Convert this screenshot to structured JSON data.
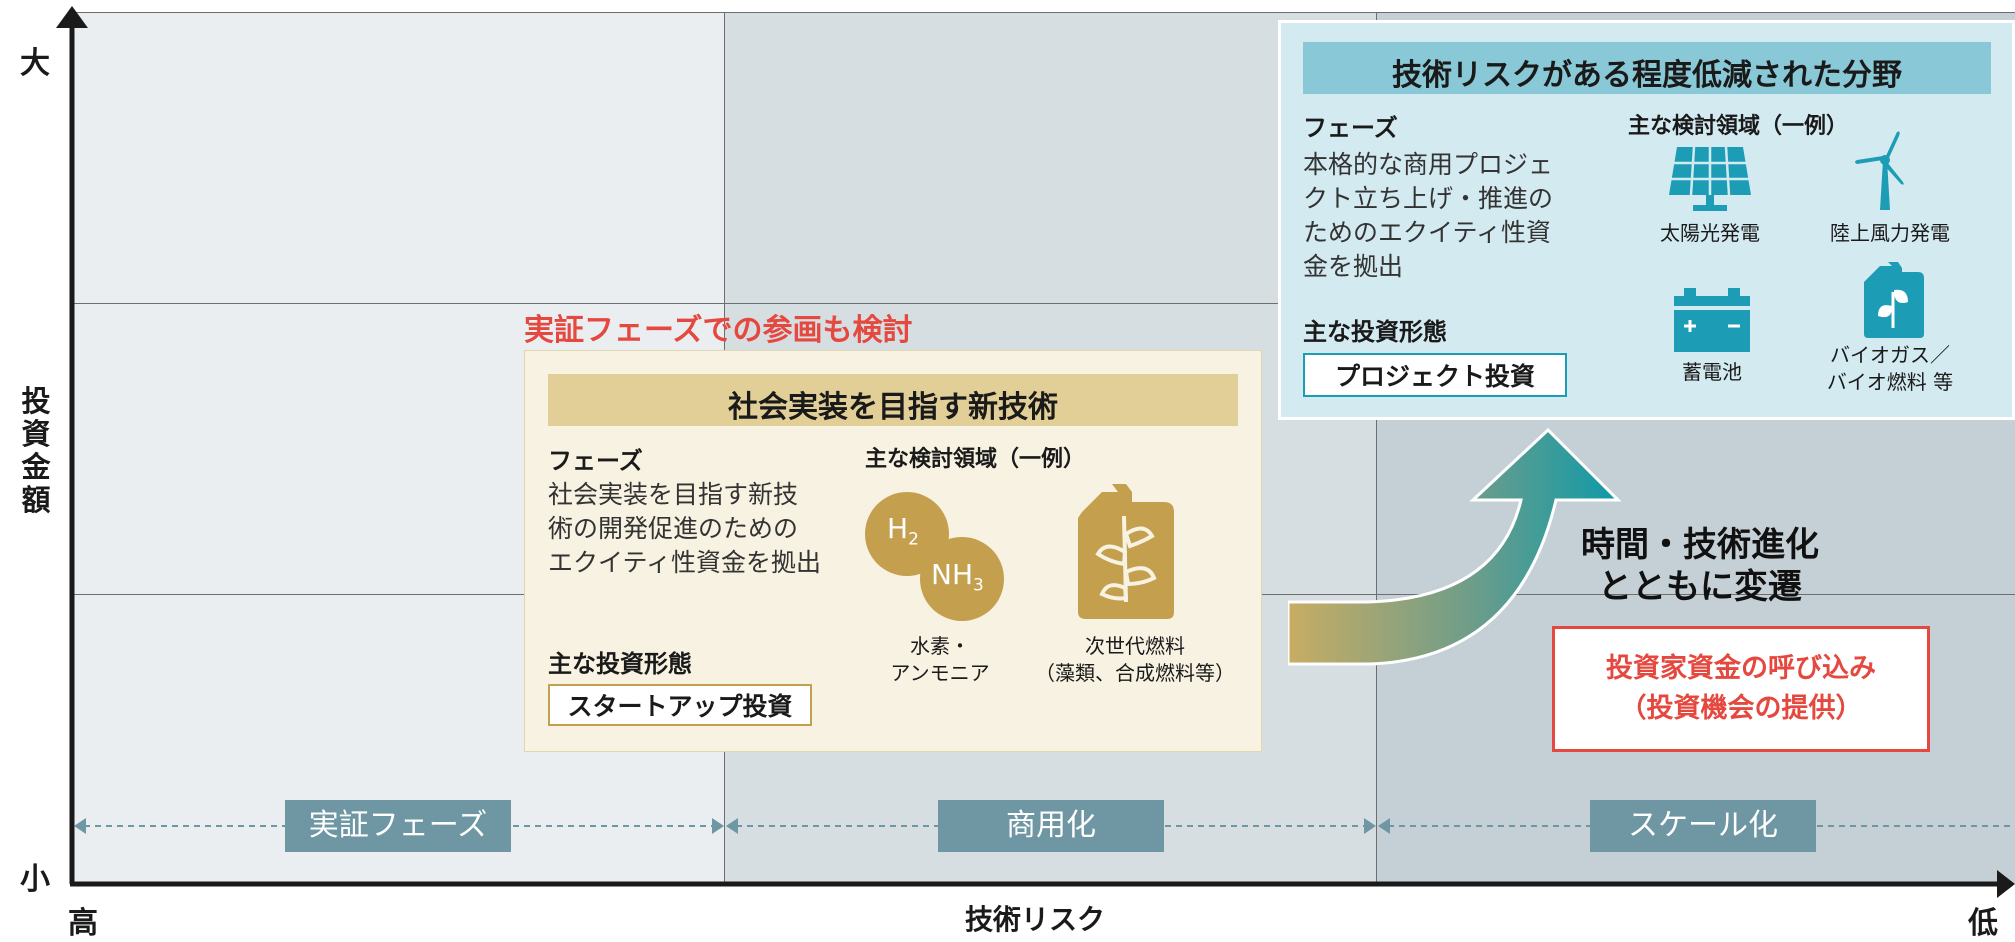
{
  "axes": {
    "y_top": "大",
    "y_bottom": "小",
    "y_title": [
      "投",
      "資",
      "金",
      "額"
    ],
    "x_left": "高",
    "x_right": "低",
    "x_title": "技術リスク"
  },
  "phases": [
    "実証フェーズ",
    "商用化",
    "スケール化"
  ],
  "consider_note": "実証フェーズでの参画も検討",
  "new_tech": {
    "title": "社会実装を目指す新技術",
    "phase_label": "フェーズ",
    "phase_lines": [
      "社会実装を目指す新技",
      "術の開発促進のための",
      "エクイティ性資金を拠出"
    ],
    "domains_label": "主な検討領域（一例）",
    "invest_label": "主な投資形態",
    "invest_value": "スタートアップ投資",
    "icon_h2": "H",
    "icon_h2_sub": "2",
    "icon_nh3": "NH",
    "icon_nh3_sub": "3",
    "icon_hydrogen_caption": [
      "水素・",
      "アンモニア"
    ],
    "icon_fuel_caption": [
      "次世代燃料",
      "（藻類、合成燃料等）"
    ]
  },
  "reduced_risk": {
    "title": "技術リスクがある程度低減された分野",
    "phase_label": "フェーズ",
    "phase_lines": [
      "本格的な商用プロジェ",
      "クト立ち上げ・推進の",
      "ためのエクイティ性資",
      "金を拠出"
    ],
    "domains_label": "主な検討領域（一例）",
    "invest_label": "主な投資形態",
    "invest_value": "プロジェクト投資",
    "icons": [
      {
        "name": "solar-panel-icon",
        "caption": [
          "太陽光発電"
        ]
      },
      {
        "name": "wind-turbine-icon",
        "caption": [
          "陸上風力発電"
        ]
      },
      {
        "name": "battery-icon",
        "caption": [
          "蓄電池"
        ]
      },
      {
        "name": "biofuel-can-icon",
        "caption": [
          "バイオガス／",
          "バイオ燃料 等"
        ]
      }
    ]
  },
  "arrow_text": [
    "時間・技術進化",
    "とともに変遷"
  ],
  "investor_box": [
    "投資家資金の呼び込み",
    "（投資機会の提供）"
  ],
  "colors": {
    "zone1": "#eaeef1",
    "zone2": "#d6dee2",
    "zone3": "#c4d0d6",
    "phase_tag": "#6e96a3",
    "gold": "#c4a04e",
    "gold_title": "#e2cf97",
    "cream_card": "#f8f2e2",
    "teal_card": "#d3eaf1",
    "teal_title": "#89c8d6",
    "teal_icon": "#1d9db5",
    "red": "#e5483f"
  }
}
